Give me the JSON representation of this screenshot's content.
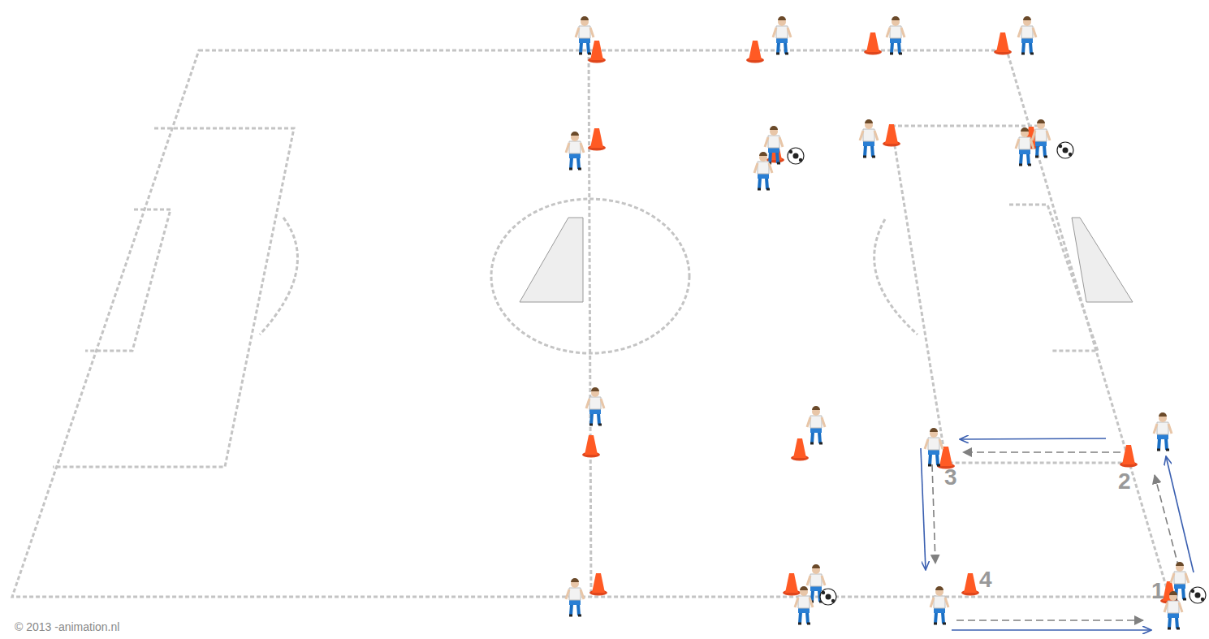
{
  "diagram": {
    "labels": [
      "3",
      "2",
      "4",
      "1",
      "© 2013 -animation.nl"
    ]
  }
}
